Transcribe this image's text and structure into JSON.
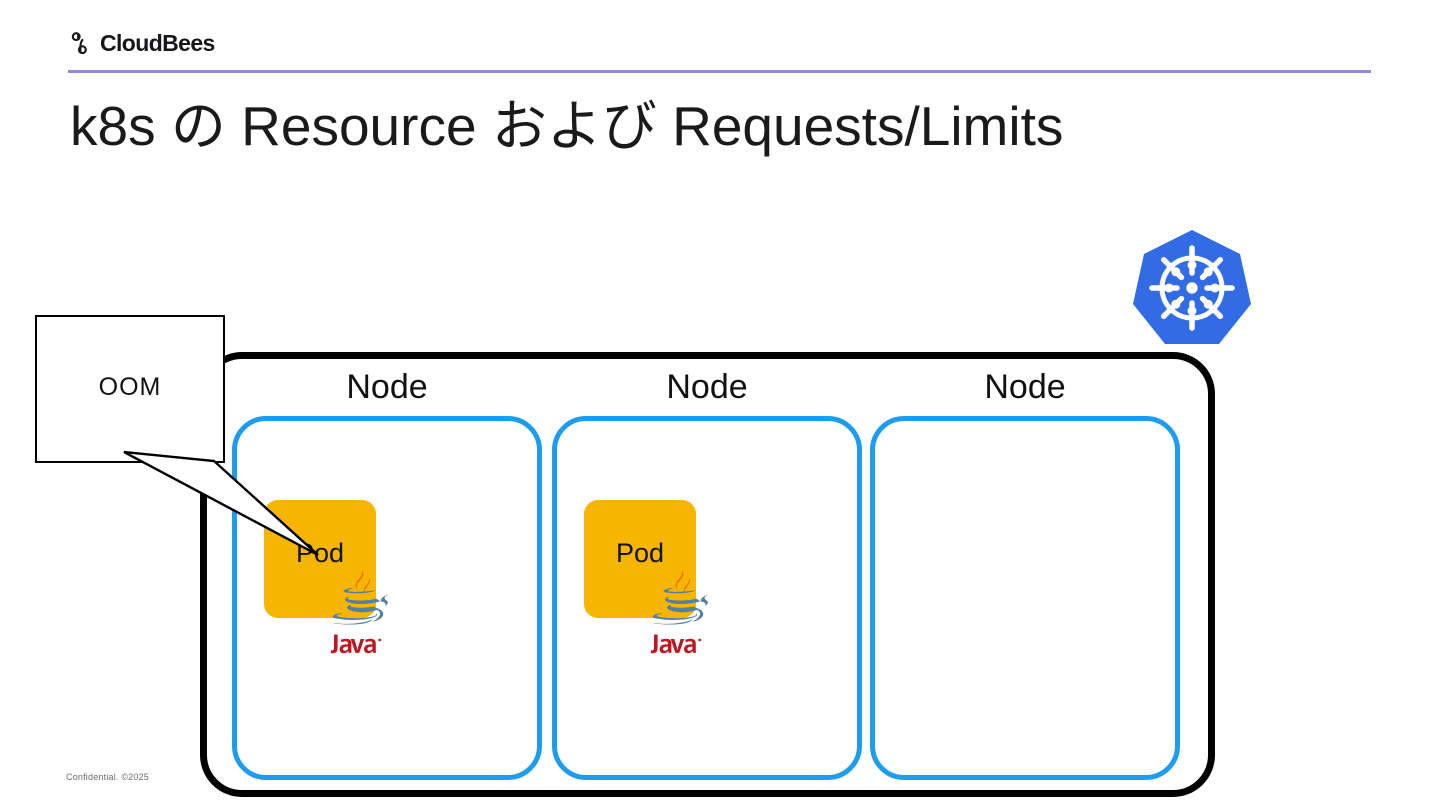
{
  "header": {
    "brand_name": "CloudBees",
    "brand_mark_icon": "cloudbees-bee-icon",
    "rule_color": "#8f8ae0"
  },
  "title": "k8s の Resource および Requests/Limits",
  "footer": {
    "text": "Confidential. ©2025"
  },
  "logos": {
    "kubernetes": {
      "icon": "kubernetes-helm-icon",
      "fill": "#326ce5"
    }
  },
  "diagram": {
    "cluster": {
      "border_color": "#000000"
    },
    "node_border_color": "#1e9cf0",
    "pod_fill_color": "#f7b500",
    "nodes": [
      {
        "label": "Node",
        "pod": {
          "label": "Pod",
          "runtime_icon": "java-logo-icon",
          "runtime_label": "Java"
        }
      },
      {
        "label": "Node",
        "pod": {
          "label": "Pod",
          "runtime_icon": "java-logo-icon",
          "runtime_label": "Java"
        }
      },
      {
        "label": "Node",
        "pod": null
      }
    ],
    "callout": {
      "label": "OOM",
      "border_color": "#000000",
      "fill_color": "#ffffff"
    }
  }
}
